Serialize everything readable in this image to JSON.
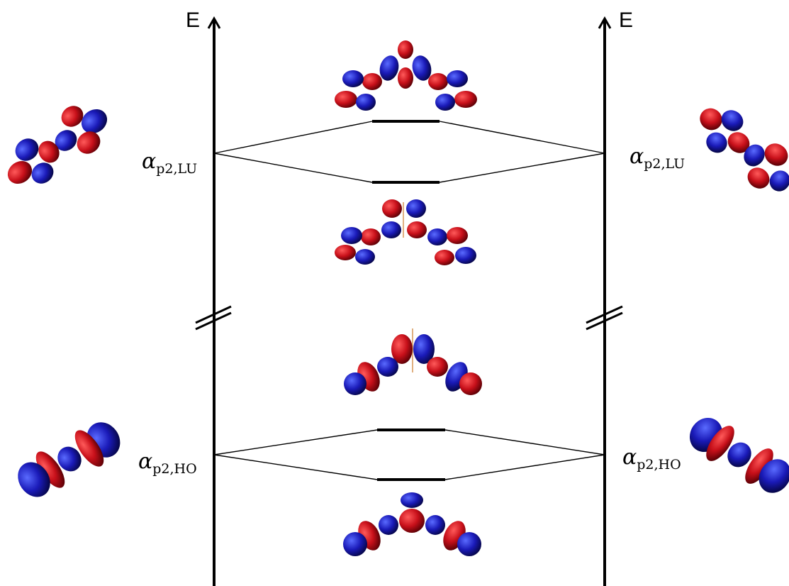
{
  "axes": {
    "left": {
      "label": "E"
    },
    "right": {
      "label": "E"
    }
  },
  "labels": {
    "left_lu": {
      "symbol": "α",
      "subscript": "p2,LU"
    },
    "right_lu": {
      "symbol": "α",
      "subscript": "p2,LU"
    },
    "left_ho": {
      "symbol": "α",
      "subscript": "p2,HO"
    },
    "right_ho": {
      "symbol": "α",
      "subscript": "p2,HO"
    }
  },
  "colors": {
    "lobe_positive": "#c8101a",
    "lobe_negative": "#1a1ab8",
    "line": "#000000"
  }
}
